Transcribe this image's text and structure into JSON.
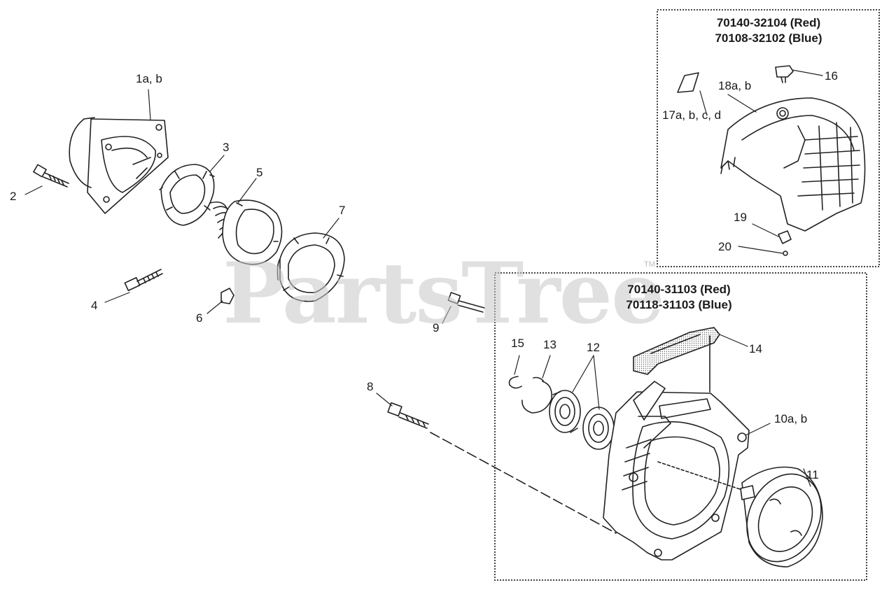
{
  "watermark": {
    "text": "PartsTree",
    "trademark": "TM"
  },
  "kits": [
    {
      "id": "kit-cover",
      "lines": [
        "70140-32104 (Red)",
        "70108-32102 (Blue)"
      ]
    },
    {
      "id": "kit-starter",
      "lines": [
        "70140-31103 (Red)",
        "70118-31103 (Blue)"
      ]
    }
  ],
  "callouts": {
    "c1": "1a, b",
    "c2": "2",
    "c3": "3",
    "c4": "4",
    "c5": "5",
    "c6": "6",
    "c7": "7",
    "c8": "8",
    "c9": "9",
    "c10": "10a, b",
    "c11": "11",
    "c12": "12",
    "c13": "13",
    "c14": "14",
    "c15": "15",
    "c16": "16",
    "c17": "17a, b, c, d",
    "c18": "18a, b",
    "c19": "19",
    "c20": "20"
  },
  "colors": {
    "line": "#222222",
    "watermark": "#c8c8c8",
    "box": "#444444"
  }
}
